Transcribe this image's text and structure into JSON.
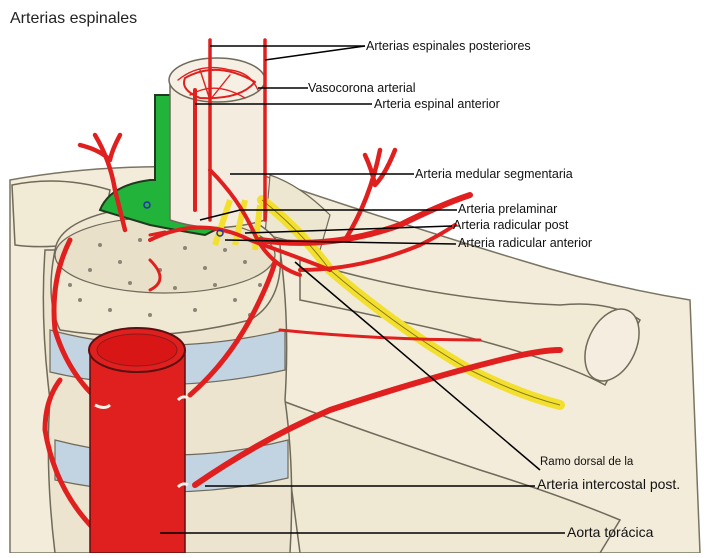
{
  "title": "Arterias espinales",
  "labels": {
    "posteriores": "Arterias espinales posteriores",
    "vasocorona": "Vasocorona arterial",
    "espinal_anterior": "Arteria espinal anterior",
    "medular_segmentaria": "Arteria medular segmentaria",
    "prelaminar": "Arteria prelaminar",
    "radicular_post": "Arteria radicular post",
    "radicular_anterior": "Arteria radicular anterior",
    "ramo_dorsal": "Ramo dorsal de la",
    "intercostal": "Arteria  intercostal post.",
    "aorta": "Aorta torácica"
  },
  "colors": {
    "artery": "#e0201f",
    "bone": "#f1ead5",
    "bone_outline": "#6f6a5a",
    "disc": "#c2d3e2",
    "meninges": "#22b33a",
    "nerve": "#f3e02e",
    "leader": "#000000"
  }
}
